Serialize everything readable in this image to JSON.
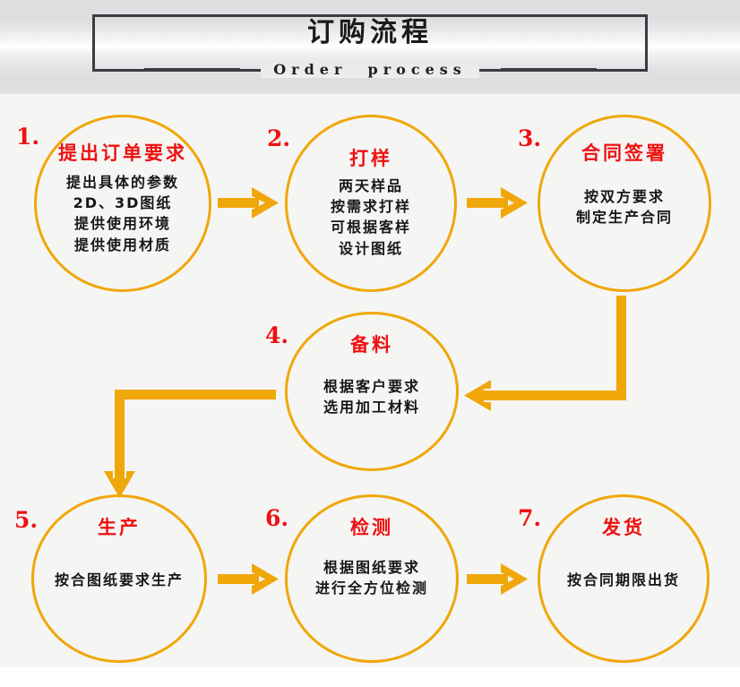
{
  "header": {
    "title_cn": "订购流程",
    "title_en": "Order  process"
  },
  "colors": {
    "accent_orange": "#F0A70A",
    "title_red": "#EE1111",
    "body_black": "#17171A",
    "frame_dark": "#3B3B41",
    "page_background": "#F5F5F4"
  },
  "flow": {
    "nodes": [
      {
        "number": "1.",
        "title": "提出订单要求",
        "lines": [
          "提出具体的参数",
          "2D、3D图纸",
          "提供使用环境",
          "提供使用材质"
        ]
      },
      {
        "number": "2.",
        "title": "打样",
        "lines": [
          "两天样品",
          "按需求打样",
          "可根据客样",
          "设计图纸"
        ]
      },
      {
        "number": "3.",
        "title": "合同签署",
        "lines": [
          "按双方要求",
          "制定生产合同"
        ]
      },
      {
        "number": "4.",
        "title": "备料",
        "lines": [
          "根据客户要求",
          "选用加工材料"
        ]
      },
      {
        "number": "5.",
        "title": "生产",
        "lines": [
          "按合图纸要求生产"
        ]
      },
      {
        "number": "6.",
        "title": "检测",
        "lines": [
          "根据图纸要求",
          "进行全方位检测"
        ]
      },
      {
        "number": "7.",
        "title": "发货",
        "lines": [
          "按合同期限出货"
        ]
      }
    ],
    "connectors": [
      {
        "id": "arrow-1-to-2",
        "from": "1",
        "to": "2",
        "direction": "right"
      },
      {
        "id": "arrow-2-to-3",
        "from": "2",
        "to": "3",
        "direction": "right"
      },
      {
        "id": "arrow-3-to-4",
        "from": "3",
        "to": "4",
        "direction": "down-then-left"
      },
      {
        "id": "arrow-4-to-5",
        "from": "4",
        "to": "5",
        "direction": "left-then-down"
      },
      {
        "id": "arrow-5-to-6",
        "from": "5",
        "to": "6",
        "direction": "right"
      },
      {
        "id": "arrow-6-to-7",
        "from": "6",
        "to": "7",
        "direction": "right"
      }
    ]
  }
}
